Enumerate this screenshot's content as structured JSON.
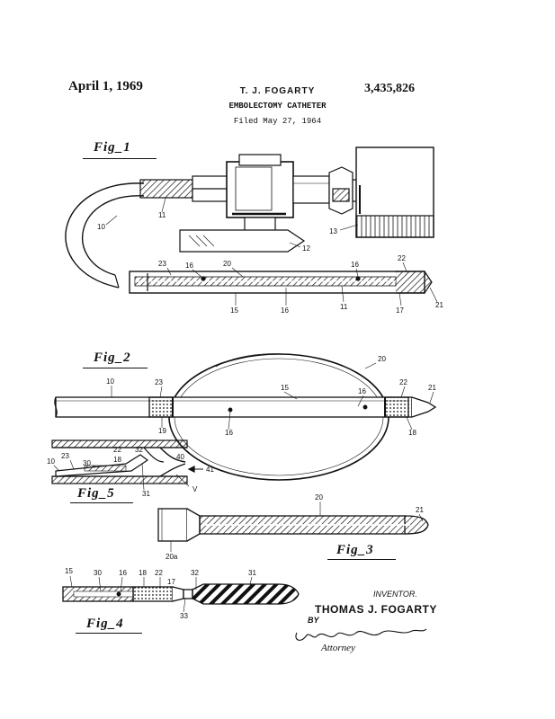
{
  "header": {
    "date": "April 1, 1969",
    "inventor_header": "T. J. FOGARTY",
    "patent_number": "3,435,826",
    "title": "EMBOLECTOMY CATHETER",
    "filed": "Filed May 27, 1964"
  },
  "figures": {
    "fig1": {
      "label": "Fig_1",
      "refs": [
        "10",
        "11",
        "12",
        "13",
        "23",
        "16",
        "20",
        "16",
        "22",
        "15",
        "16",
        "11",
        "17",
        "21"
      ]
    },
    "fig2": {
      "label": "Fig_2",
      "refs": [
        "10",
        "23",
        "15",
        "20",
        "16",
        "22",
        "21",
        "19",
        "16",
        "18"
      ]
    },
    "fig5": {
      "label": "Fig_5",
      "refs": [
        "10",
        "23",
        "30",
        "22",
        "18",
        "32",
        "40",
        "41",
        "31",
        "V"
      ]
    },
    "fig3": {
      "label": "Fig_3",
      "refs": [
        "20",
        "21",
        "20a"
      ]
    },
    "fig4": {
      "label": "Fig_4",
      "refs": [
        "15",
        "30",
        "16",
        "18",
        "22",
        "17",
        "32",
        "31",
        "33"
      ]
    }
  },
  "signature": {
    "inventor_label": "INVENTOR.",
    "inventor_name": "THOMAS J. FOGARTY",
    "by": "BY",
    "attorney": "Attorney"
  },
  "colors": {
    "ink": "#111111",
    "paper": "#ffffff"
  }
}
